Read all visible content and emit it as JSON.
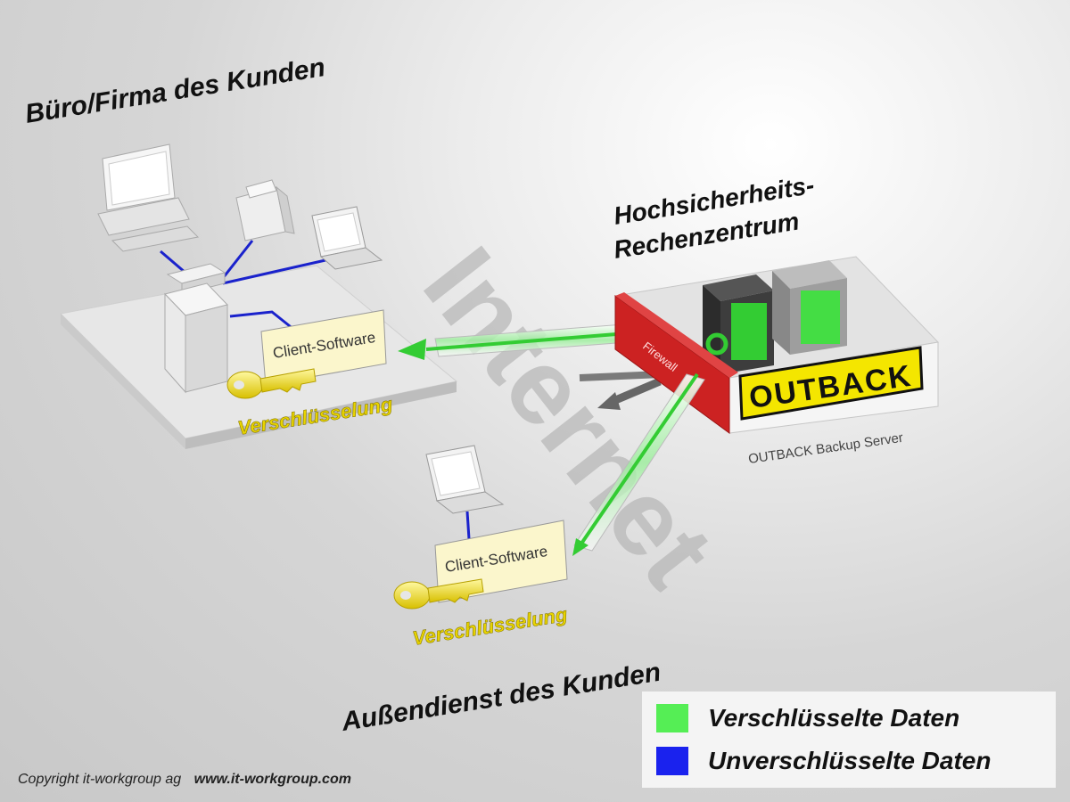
{
  "labels": {
    "office": "Büro/Firma des Kunden",
    "datacenter_line1": "Hochsicherheits-",
    "datacenter_line2": "Rechenzentrum",
    "field": "Außendienst des Kunden",
    "internet": "Internet",
    "firewall": "Firewall",
    "outback_logo": "OUTBACK",
    "outback_server": "OUTBACK Backup Server",
    "client_software_office": "Client-Software",
    "client_software_field": "Client-Software",
    "encryption_office": "Verschlüsselung",
    "encryption_field": "Verschlüsselung"
  },
  "legend": {
    "encrypted": {
      "label": "Verschlüsselte Daten",
      "color": "#55ee55"
    },
    "unencrypted": {
      "label": "Unverschlüsselte Daten",
      "color": "#1a22ee"
    }
  },
  "copyright": {
    "text": "Copyright it-workgroup ag",
    "url": "www.it-workgroup.com"
  },
  "colors": {
    "firewall": "#cc2222",
    "key": "#f2e020",
    "encrypted": "#44dd44",
    "unencrypted": "#1a22cc",
    "outback_yellow": "#f4e600"
  }
}
